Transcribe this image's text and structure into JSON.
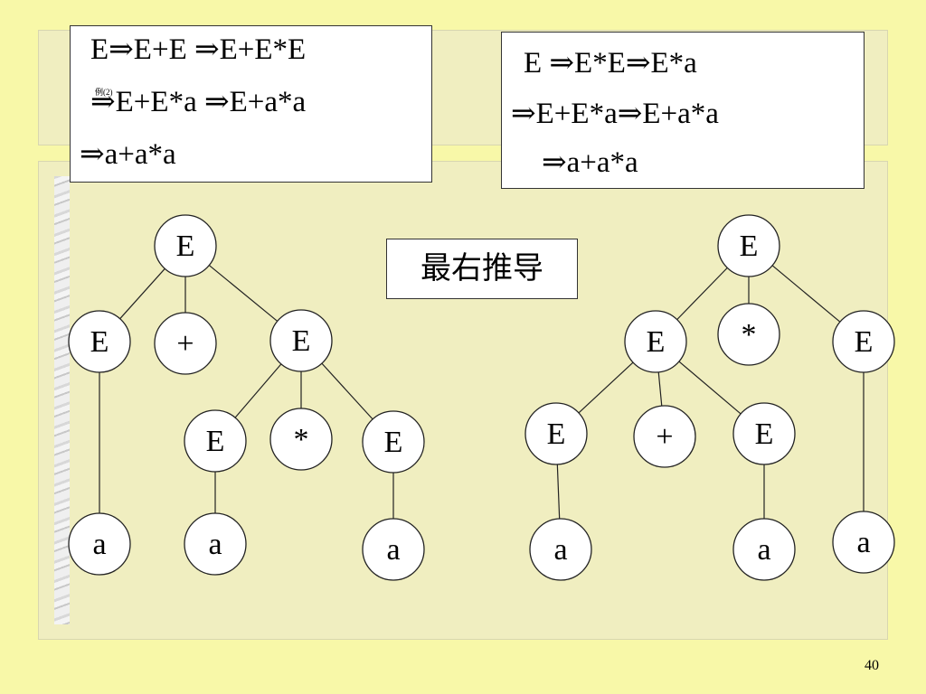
{
  "slide": {
    "page_number": "40"
  },
  "left_derivation": {
    "lines": [
      "E⇒E+E ⇒E+E*E",
      "⇒E+E*a ⇒E+a*a",
      "⇒a+a*a"
    ],
    "tag": "例(2)"
  },
  "right_derivation": {
    "lines": [
      "E ⇒E*E⇒E*a",
      "⇒E+E*a⇒E+a*a",
      "⇒a+a*a"
    ]
  },
  "middle_label": "最右推导",
  "trees": {
    "left": {
      "nodes": [
        {
          "id": "root",
          "label": "E"
        },
        {
          "id": "e1",
          "label": "E"
        },
        {
          "id": "plus",
          "label": "+"
        },
        {
          "id": "e2",
          "label": "E"
        },
        {
          "id": "a1",
          "label": "a"
        },
        {
          "id": "e3",
          "label": "E"
        },
        {
          "id": "star",
          "label": "*"
        },
        {
          "id": "e4",
          "label": "E"
        },
        {
          "id": "a2",
          "label": "a"
        },
        {
          "id": "a3",
          "label": "a"
        }
      ],
      "edges": [
        [
          "root",
          "e1"
        ],
        [
          "root",
          "plus"
        ],
        [
          "root",
          "e2"
        ],
        [
          "e1",
          "a1"
        ],
        [
          "e2",
          "e3"
        ],
        [
          "e2",
          "star"
        ],
        [
          "e2",
          "e4"
        ],
        [
          "e3",
          "a2"
        ],
        [
          "e4",
          "a3"
        ]
      ]
    },
    "right": {
      "nodes": [
        {
          "id": "root",
          "label": "E"
        },
        {
          "id": "e1",
          "label": "E"
        },
        {
          "id": "star",
          "label": "*"
        },
        {
          "id": "e2",
          "label": "E"
        },
        {
          "id": "e3",
          "label": "E"
        },
        {
          "id": "plus",
          "label": "+"
        },
        {
          "id": "e4",
          "label": "E"
        },
        {
          "id": "a1",
          "label": "a"
        },
        {
          "id": "a2",
          "label": "a"
        },
        {
          "id": "a3",
          "label": "a"
        }
      ],
      "edges": [
        [
          "root",
          "e1"
        ],
        [
          "root",
          "star"
        ],
        [
          "root",
          "e2"
        ],
        [
          "e1",
          "e3"
        ],
        [
          "e1",
          "plus"
        ],
        [
          "e1",
          "e4"
        ],
        [
          "e3",
          "a1"
        ],
        [
          "e4",
          "a2"
        ],
        [
          "e2",
          "a3"
        ]
      ]
    }
  }
}
